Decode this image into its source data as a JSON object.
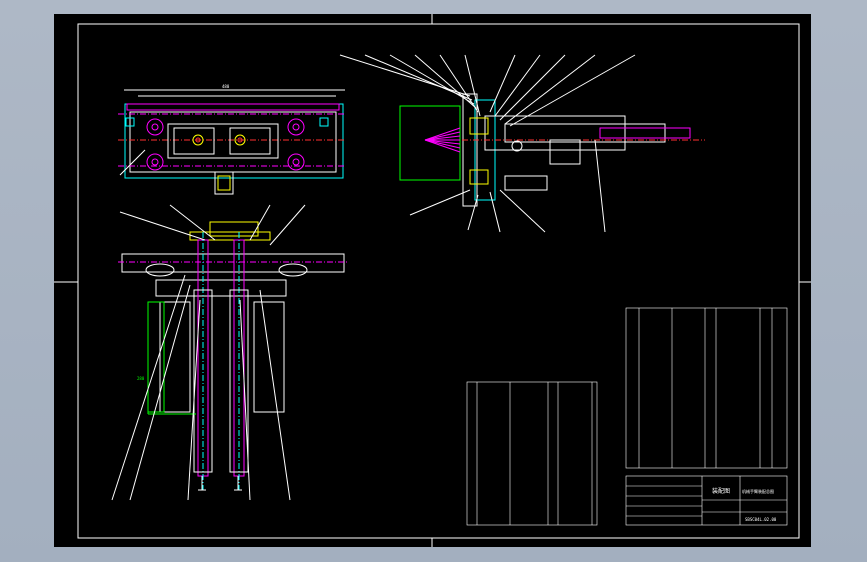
{
  "viewport": {
    "background": "#a9b4c2",
    "paper_color": "#000000",
    "frame_color": "#ffffff"
  },
  "colors": {
    "white": "#ffffff",
    "green": "#00ff00",
    "magenta": "#ff00ff",
    "cyan": "#00ffff",
    "yellow": "#ffff00",
    "red": "#ff3030",
    "blue": "#3b6bff"
  },
  "title_block": {
    "part_number": "SBSC04L.02.00",
    "block_title": "装配图",
    "drawing_name": "机械手臂装配总图"
  },
  "drawing_text": {
    "top_view_dim": "480",
    "side_dim": "280"
  }
}
